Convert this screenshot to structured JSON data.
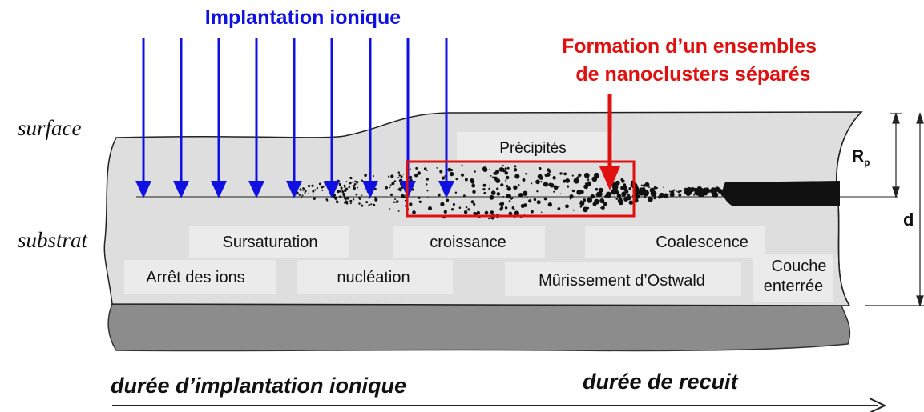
{
  "title": "Implantation ionique",
  "callout": {
    "line1": "Formation d’un ensembles",
    "line2": "de nanoclusters séparés"
  },
  "side_labels": {
    "surface": "surface",
    "substrat": "substrat"
  },
  "dimensions": {
    "rp_main": "R",
    "rp_sub": "p",
    "d": "d"
  },
  "layer_labels": {
    "precipites": "Précipités",
    "sursaturation": "Sursaturation",
    "croissance": "croissance",
    "coalescence": "Coalescence",
    "arret": "Arrêt des ions",
    "nucleation": "nucléation",
    "murissement": "Mûrissement d’Ostwald",
    "couche_line1": "Couche",
    "couche_line2": "enterrée"
  },
  "timeline": {
    "implant": "durée d’implantation ionique",
    "recuit": "durée de recuit"
  },
  "colors": {
    "ion_arrow": "#1010e0",
    "callout": "#e01010",
    "layer_fill": "#dedede",
    "substrate_fill": "#8c8c8c",
    "label_box": "#ebebeb"
  }
}
